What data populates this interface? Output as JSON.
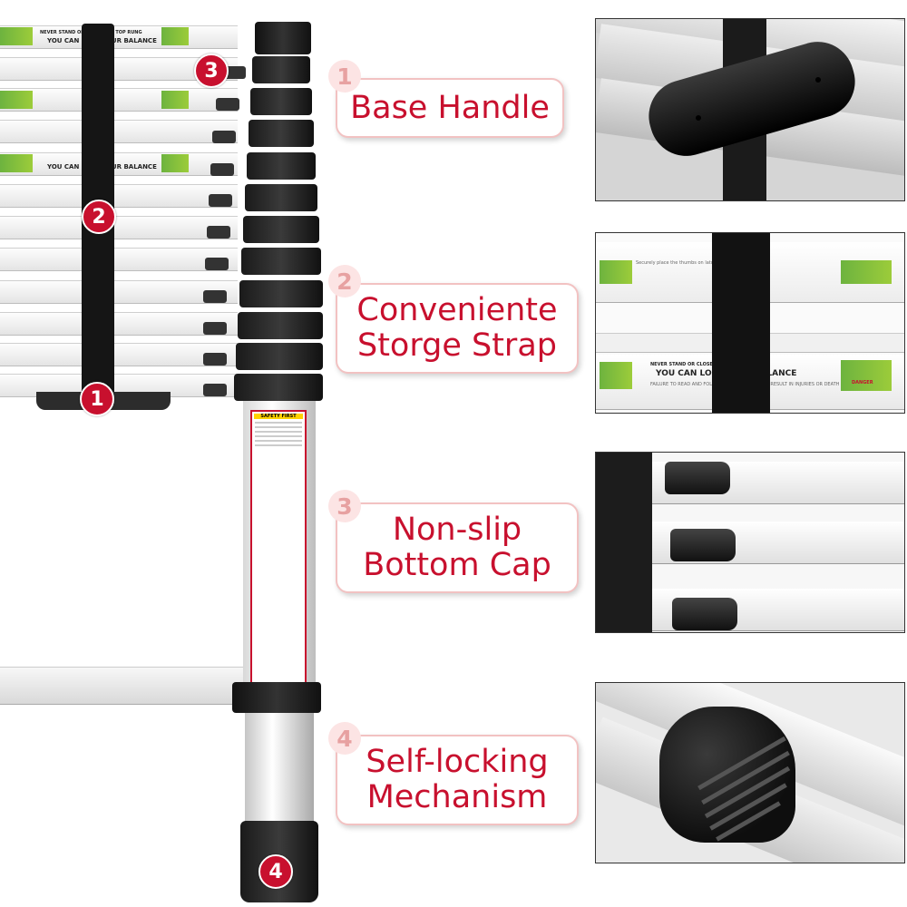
{
  "features": [
    {
      "number": "1",
      "label": "Base Handle"
    },
    {
      "number": "2",
      "label": "Conveniente\nStorge Strap"
    },
    {
      "number": "3",
      "label": "Non-slip\nBottom Cap"
    },
    {
      "number": "4",
      "label": "Self-locking\nMechanism"
    }
  ],
  "markers": [
    "3",
    "2",
    "1",
    "4"
  ],
  "rung_label": {
    "warning_top": "NEVER STAND OR CLOSE THE TOP RUNG",
    "warning_main": "YOU CAN LOSE YOUR BALANCE",
    "warning_bottom": "FAILURE TO READ AND FOLLOW INSTRUCTIONS CAN RESULT IN INJURIES OR DEATH",
    "danger": "DANGER"
  },
  "safety_sticker_title": "SAFETY FIRST",
  "colors": {
    "accent": "#c8102e",
    "badge_bg": "#fce4e4",
    "border": "#f2c2c2"
  }
}
